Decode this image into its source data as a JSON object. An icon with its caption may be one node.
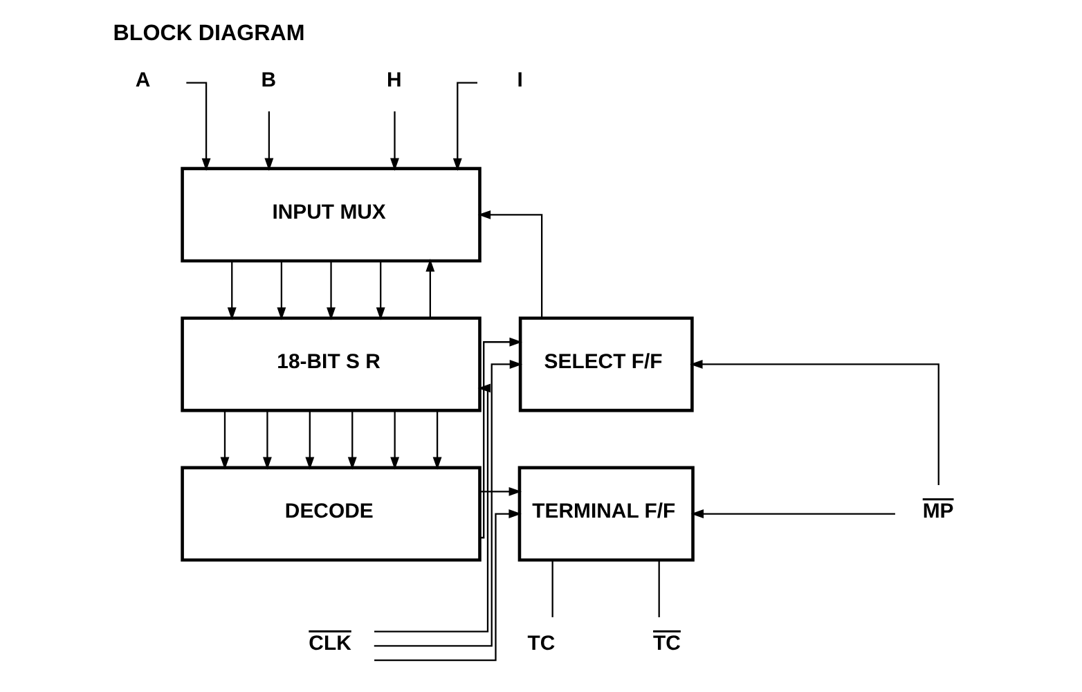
{
  "diagram": {
    "title": "BLOCK DIAGRAM",
    "nodes": [
      {
        "text": [
          "A"
        ]
      },
      {
        "text": [
          "B"
        ]
      },
      {
        "text": [
          "H"
        ]
      },
      {
        "text": [
          "I"
        ]
      },
      {
        "text": [
          "INPUT MUX"
        ]
      },
      {
        "text": [
          "18-BIT S R"
        ]
      },
      {
        "text": [
          "DECODE"
        ]
      },
      {
        "text": [
          "SELECT F/F"
        ]
      },
      {
        "text": [
          "TERMINAL F/F"
        ]
      },
      {
        "text": [
          "CLK"
        ]
      },
      {
        "text": [
          "MP"
        ]
      },
      {
        "text": [
          "TC"
        ]
      },
      {
        "text": [
          "TC"
        ]
      }
    ],
    "edges": [
      {
        "from": 0,
        "to": 4,
        "arrow": "to"
      },
      {
        "from": 1,
        "to": 4,
        "arrow": "to"
      },
      {
        "from": 2,
        "to": 4,
        "arrow": "to"
      },
      {
        "from": 3,
        "to": 4,
        "arrow": "to"
      },
      {
        "from": 4,
        "to": 5,
        "arrow": "to"
      },
      {
        "from": 4,
        "to": 5,
        "arrow": "to"
      },
      {
        "from": 4,
        "to": 5,
        "arrow": "to"
      },
      {
        "from": 4,
        "to": 5,
        "arrow": "to"
      },
      {
        "from": 5,
        "to": 6,
        "arrow": "to"
      },
      {
        "from": 5,
        "to": 6,
        "arrow": "to"
      },
      {
        "from": 5,
        "to": 6,
        "arrow": "to"
      },
      {
        "from": 5,
        "to": 6,
        "arrow": "to"
      },
      {
        "from": 5,
        "to": 6,
        "arrow": "to"
      },
      {
        "from": 5,
        "to": 6,
        "arrow": "to"
      },
      {
        "from": 5,
        "to": 4,
        "arrow": "to"
      },
      {
        "from": 9,
        "to": 5,
        "arrow": "to"
      },
      {
        "from": 9,
        "to": 7,
        "arrow": "to"
      },
      {
        "from": 9,
        "to": 8,
        "arrow": "to"
      },
      {
        "from": 6,
        "to": 8,
        "arrow": "to"
      },
      {
        "from": 6,
        "to": 7,
        "arrow": "to"
      },
      {
        "from": 7,
        "to": 4,
        "arrow": "to"
      },
      {
        "from": 10,
        "to": 7,
        "arrow": "to"
      },
      {
        "from": 10,
        "to": 8,
        "arrow": "to"
      },
      {
        "from": 8,
        "to": 11,
        "arrow": "none"
      },
      {
        "from": 8,
        "to": 12,
        "arrow": "none"
      }
    ]
  }
}
